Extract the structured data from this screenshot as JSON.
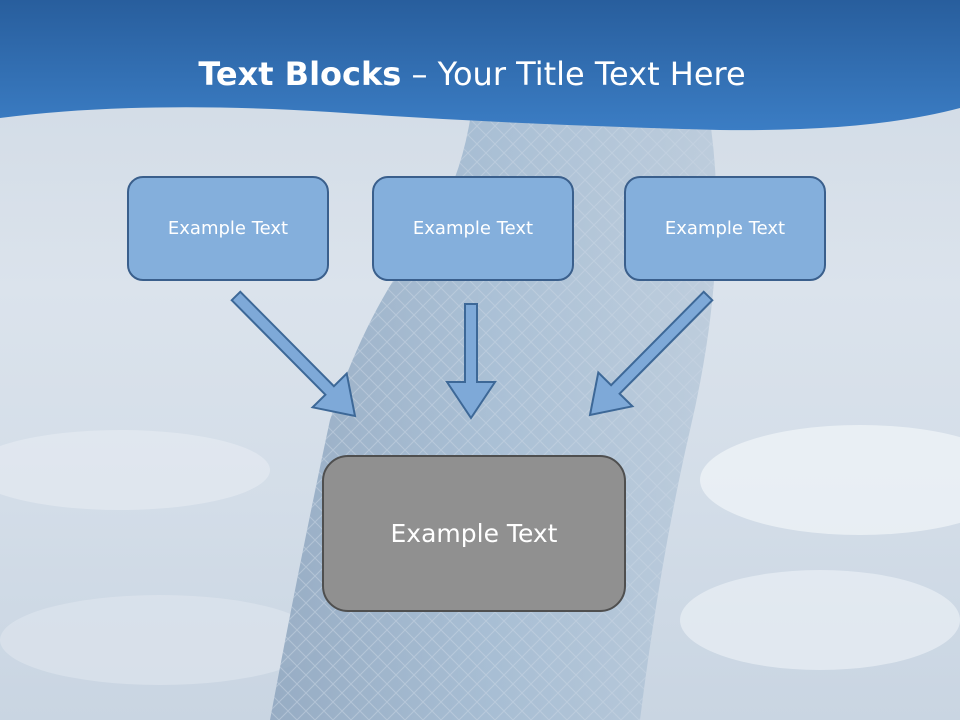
{
  "slide": {
    "title_bold": "Text Blocks",
    "title_dash": "–",
    "title_rest": "Your Title Text Here"
  },
  "blocks": [
    {
      "label": "Example Text"
    },
    {
      "label": "Example Text"
    },
    {
      "label": "Example Text"
    }
  ],
  "target": {
    "label": "Example Text"
  },
  "colors": {
    "header_band": "#2e6aad",
    "block_fill": "#84afdc",
    "block_border": "#3a5f8c",
    "target_fill": "#909090",
    "target_border": "#4f4f4f",
    "arrow_fill": "#7ea9d8",
    "arrow_stroke": "#3d6897"
  }
}
